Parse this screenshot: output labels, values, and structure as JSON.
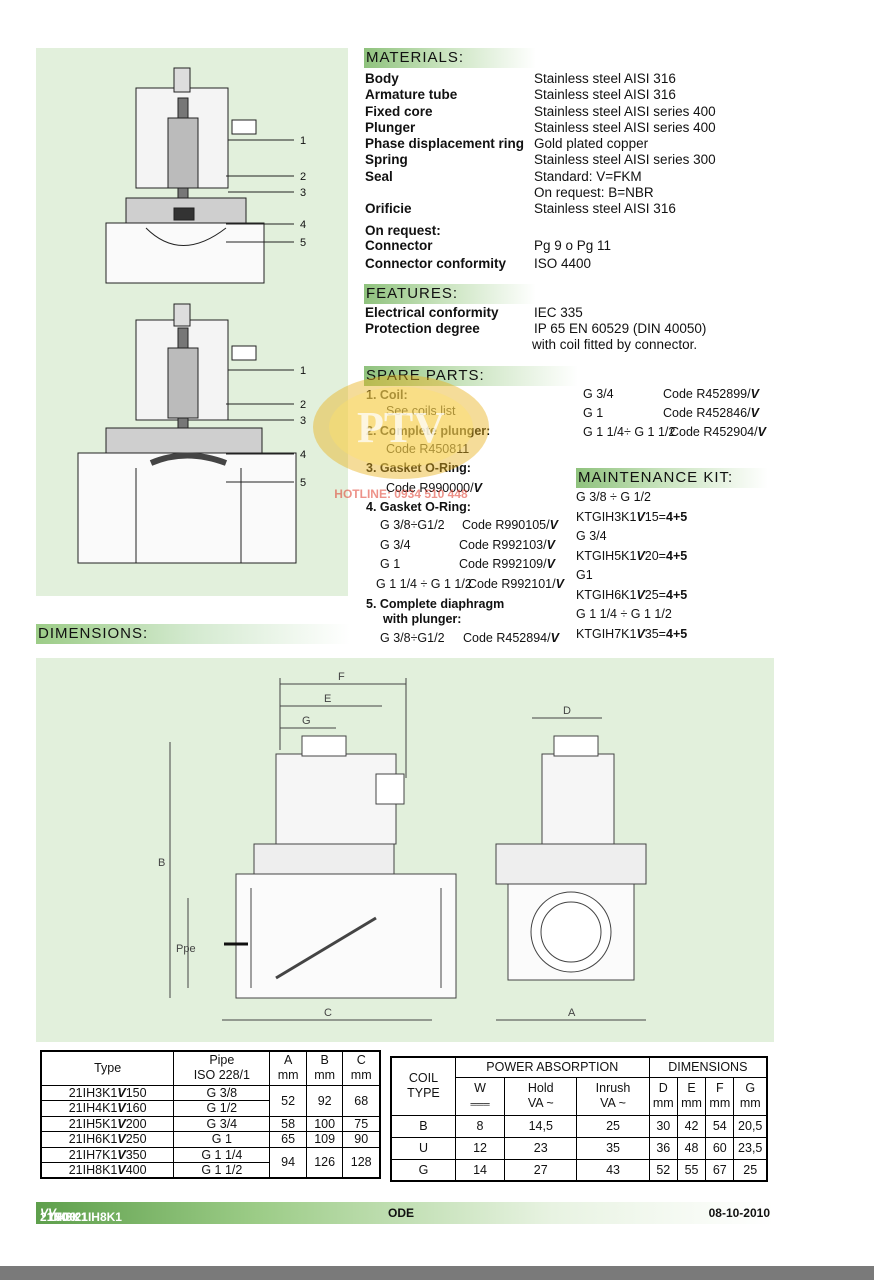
{
  "materials": {
    "header": "MATERIALS:",
    "rows": [
      {
        "label": "Body",
        "value": "Stainless steel  AISI 316"
      },
      {
        "label": "Armature tube",
        "value": "Stainless steel  AISI 316"
      },
      {
        "label": "Fixed core",
        "value": "Stainless steel  AISI series 400"
      },
      {
        "label": "Plunger",
        "value": "Stainless steel  AISI series 400"
      },
      {
        "label": "Phase displacement ring",
        "value": "Gold plated copper"
      },
      {
        "label": "Spring",
        "value": "Stainless steel  AISI series 300"
      },
      {
        "label": "Seal",
        "value": "Standard:    V=FKM"
      },
      {
        "label": "",
        "value": "On request: B=NBR"
      },
      {
        "label": "Orificie",
        "value": "Stainless steel  AISI 316"
      }
    ],
    "on_request_label": "On request:",
    "connector_label": "Connector",
    "connector_value": "Pg 9 o Pg 11",
    "conformity_label": "Connector conformity",
    "conformity_value": "ISO 4400"
  },
  "features": {
    "header": "FEATURES:",
    "electrical_label": "Electrical conformity",
    "electrical_value": "IEC 335",
    "protection_label": "Protection degree",
    "protection_value": "IP 65 EN 60529 (DIN 40050)",
    "protection_note": "with coil fitted by connector."
  },
  "spare_parts": {
    "header": "SPARE PARTS:",
    "coil_title": "1.  Coil:",
    "coil_note": "See coils list",
    "plunger_title": "2.  Complete plunger:",
    "plunger_code": "Code R450811",
    "gasket3_title": "3.  Gasket O-Ring:",
    "gasket3_code": "Code R990000/",
    "gasket4_title": "4.  Gasket O-Ring:",
    "gasket4_rows": [
      {
        "size": "G 3/8÷G1/2",
        "code": "Code R990105/"
      },
      {
        "size": "G 3/4",
        "code": "Code R992103/"
      },
      {
        "size": "G 1",
        "code": "Code R992109/"
      },
      {
        "size": "G 1 1/4 ÷ G 1 1/2",
        "code": "Code R992101/"
      }
    ],
    "diaphragm_title": "5.  Complete diaphragm",
    "diaphragm_title2": "with plunger:",
    "diaphragm_size": "G 3/8÷G1/2",
    "diaphragm_code": "Code R452894/",
    "v": "V",
    "right_rows": [
      {
        "size": "G 3/4",
        "code": "Code R452899/"
      },
      {
        "size": "G 1",
        "code": "Code R452846/"
      },
      {
        "size": "G 1 1/4÷ G 1 1/2",
        "code": "Code R452904/"
      }
    ]
  },
  "maintenance": {
    "header": "MAINTENANCE KIT:",
    "rows": [
      {
        "size": "G 3/8 ÷ G 1/2",
        "kit": "KTGIH3K1",
        "num": "15=",
        "qty": "4+5"
      },
      {
        "size": "G 3/4",
        "kit": "KTGIH5K1",
        "num": "20=",
        "qty": "4+5"
      },
      {
        "size": "G1",
        "kit": "KTGIH6K1",
        "num": "25=",
        "qty": "4+5"
      },
      {
        "size": "G 1 1/4 ÷ G 1 1/2",
        "kit": "KTGIH7K1",
        "num": "35=",
        "qty": "4+5"
      }
    ]
  },
  "drawing_callouts": [
    "1",
    "2",
    "3",
    "4",
    "5"
  ],
  "dimensions": {
    "header": "DIMENSIONS:",
    "letters": {
      "f": "F",
      "e": "E",
      "g": "G",
      "d": "D",
      "b": "B",
      "ppe": "Ppe",
      "c": "C",
      "a": "A"
    }
  },
  "type_table": {
    "h_type": "Type",
    "h_pipe1": "Pipe",
    "h_pipe2": "ISO 228/1",
    "h_a": "A",
    "h_b": "B",
    "h_c": "C",
    "mm": "mm",
    "rows": [
      {
        "pre": "21IH3K1",
        "v": "V",
        "post": "150",
        "pipe": "G 3/8"
      },
      {
        "pre": "21IH4K1",
        "v": "V",
        "post": "160",
        "pipe": "G 1/2"
      },
      {
        "pre": "21IH5K1",
        "v": "V",
        "post": "200",
        "pipe": "G 3/4"
      },
      {
        "pre": "21IH6K1",
        "v": "V",
        "post": "250",
        "pipe": "G 1"
      },
      {
        "pre": "21IH7K1",
        "v": "V",
        "post": "350",
        "pipe": "G 1 1/4"
      },
      {
        "pre": "21IH8K1",
        "v": "V",
        "post": "400",
        "pipe": "G 1 1/2"
      }
    ],
    "abc": [
      {
        "a": "52",
        "b": "92",
        "c": "68"
      },
      {
        "a": "58",
        "b": "100",
        "c": "75"
      },
      {
        "a": "65",
        "b": "109",
        "c": "90"
      },
      {
        "a": "94",
        "b": "126",
        "c": "128"
      }
    ]
  },
  "coil_table": {
    "h_coil1": "COIL",
    "h_coil2": "TYPE",
    "h_power": "POWER ABSORPTION",
    "h_dims": "DIMENSIONS",
    "h_w": "W",
    "h_w_sub": "═══",
    "h_hold1": "Hold",
    "h_hold2": "VA ~",
    "h_inrush1": "Inrush",
    "h_inrush2": "VA ~",
    "h_d": "D",
    "h_e": "E",
    "h_f": "F",
    "h_g": "G",
    "mm": "mm",
    "rows": [
      {
        "type": "B",
        "w": "8",
        "hold": "14,5",
        "inrush": "25",
        "d": "30",
        "e": "42",
        "f": "54",
        "g": "20,5"
      },
      {
        "type": "U",
        "w": "12",
        "hold": "23",
        "inrush": "35",
        "d": "36",
        "e": "48",
        "f": "60",
        "g": "23,5"
      },
      {
        "type": "G",
        "w": "14",
        "hold": "27",
        "inrush": "43",
        "d": "52",
        "e": "55",
        "f": "67",
        "g": "25"
      }
    ]
  },
  "footer": {
    "left_pre": "21IH3K1",
    "left_v": "V",
    "left_mid": "150÷21IH8K1",
    "left_v2": "V",
    "left_post": "400",
    "center": "ODE",
    "right": "08-10-2010"
  },
  "watermark": {
    "logo": "PTV",
    "hotline": "HOTLINE: 0934 510 448"
  },
  "colors": {
    "panel": "#e2f0dc",
    "accent": "#5e9f4c",
    "watermark": "#e8b21c"
  }
}
